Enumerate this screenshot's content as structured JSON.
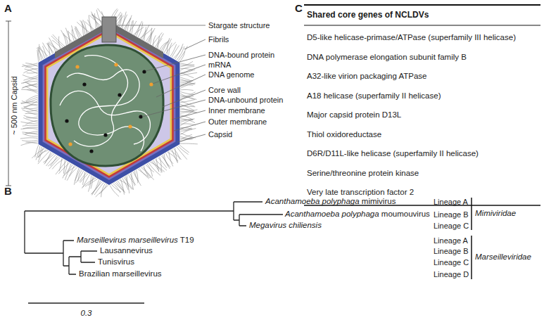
{
  "diagram": {
    "labels": [
      "A",
      "~ 500 nm Capsid",
      "Stargate structure",
      "Fibrils",
      "DNA-bound protein",
      "mRNA",
      "DNA genome",
      "Core wall",
      "DNA-unbound protein",
      "Inner membrane",
      "Outer membrane",
      "Capsid",
      "B",
      "Acanthamoeba polyphaga mimivirus",
      "Lineage A",
      "Acanthamoeba polyphaga moumouvirus",
      "Lineage B",
      "Megavirus chiliensis",
      "Lineage C",
      "Mimiviridae",
      "Marseillevirus marseillevirus T19",
      "Lineage A",
      "Lausannevirus",
      "Lineage B",
      "Tunisvirus",
      "Lineage C",
      "Brazilian marseillevirus",
      "Lineage D",
      "Marseilleviridae",
      "0.3",
      "C",
      "Shared core genes of NCLDVs",
      "D5-like helicase-primase/ATPase (superfamily III helicase)",
      "DNA polymerase elongation subunit family B",
      "A32-like virion packaging ATPase",
      "A18 helicase (superfamily II helicase)",
      "Major capsid protein D13L",
      "Thiol oxidoreductase",
      "D6R/D11L-like helicase (superfamily II helicase)",
      "Serine/threonine protein kinase",
      "Very late transcription factor 2"
    ]
  }
}
